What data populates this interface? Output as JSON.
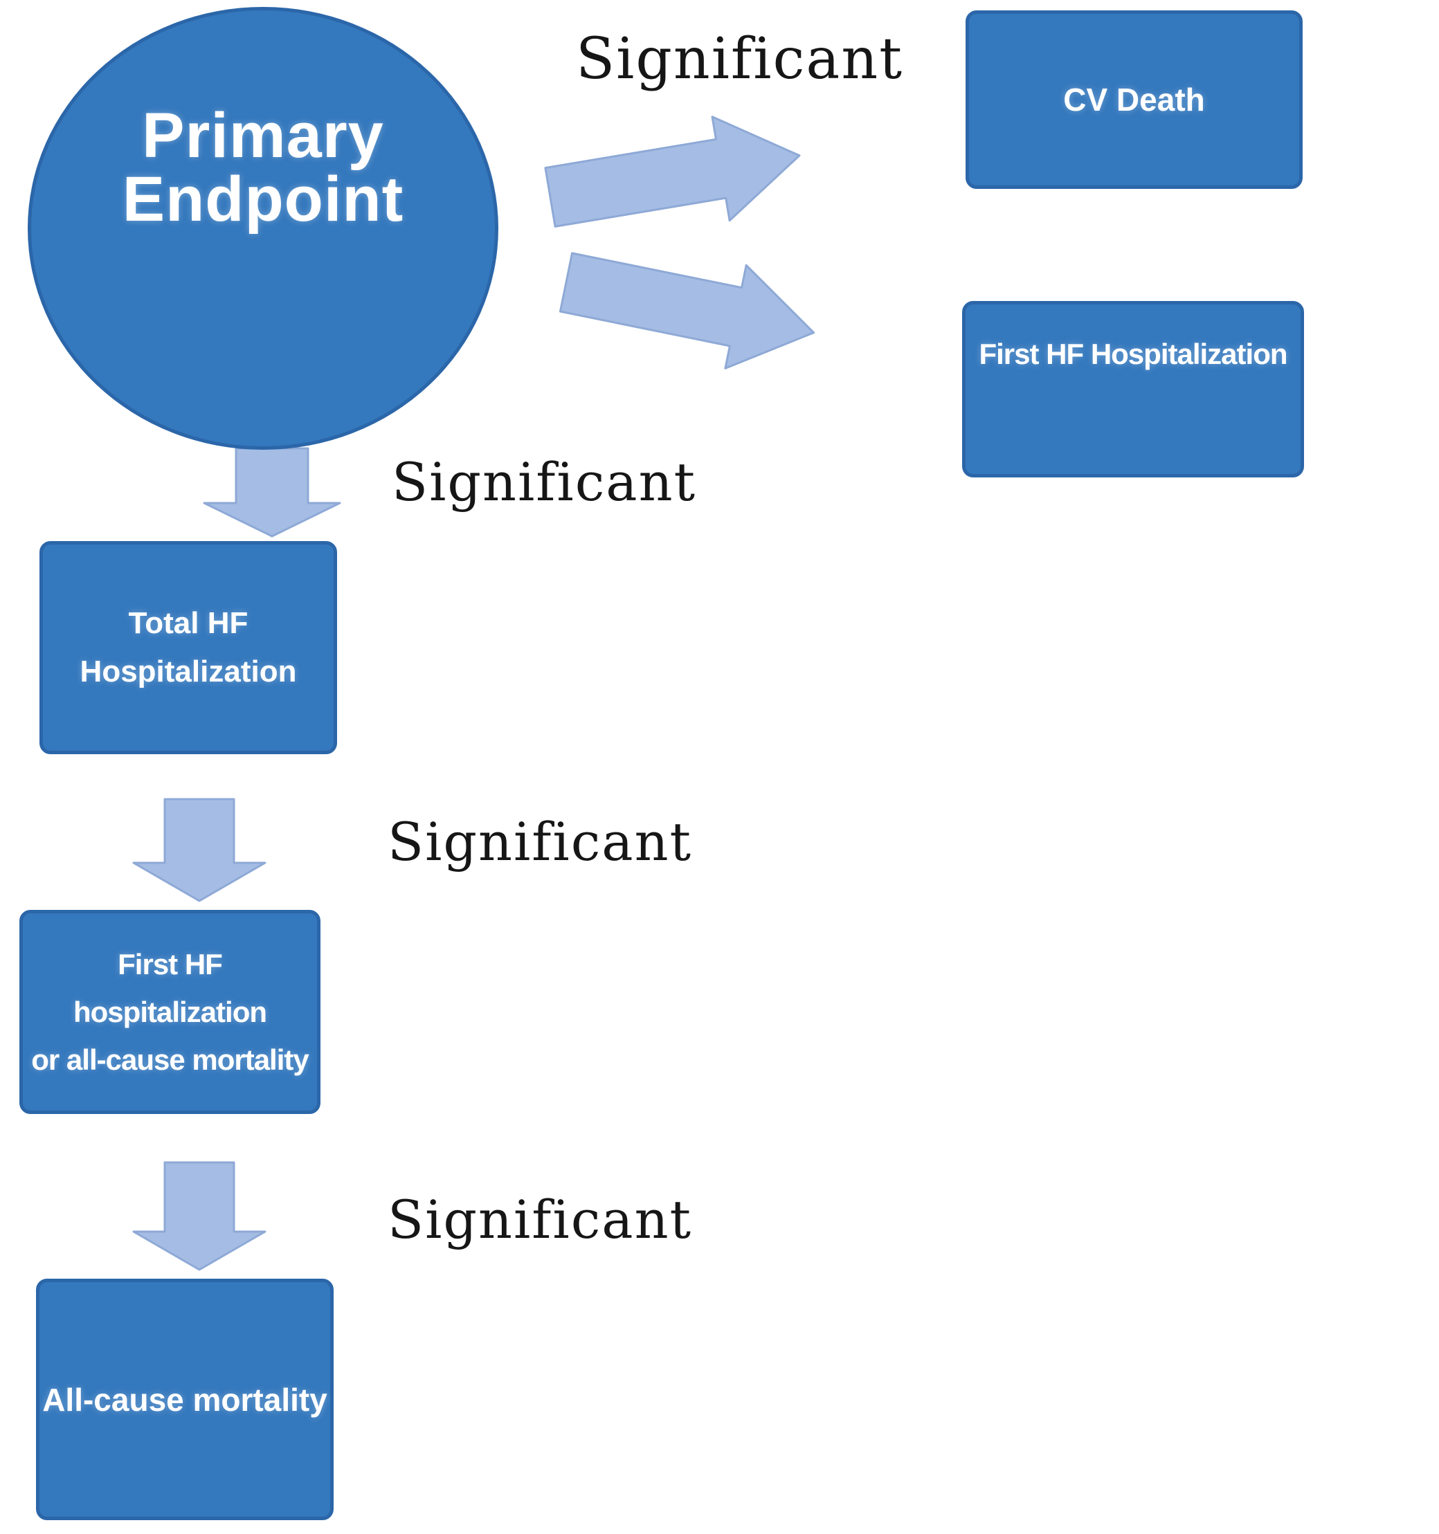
{
  "colors": {
    "node_fill": "#3478BD",
    "node_border": "#2B66A9",
    "arrow_fill": "#A5BDE4",
    "arrow_border": "#8EA9D6",
    "node_text": "#FFFFFF",
    "label_text": "#161616",
    "background": "#FFFFFF"
  },
  "nodes": {
    "primary_endpoint": {
      "line1": "Primary",
      "line2": "Endpoint"
    },
    "cv_death": {
      "label": "CV Death"
    },
    "first_hf_hospitalization": {
      "label": "First HF Hospitalization"
    },
    "total_hf_hospitalization": {
      "line1": "Total HF",
      "line2": "Hospitalization"
    },
    "first_hf_hosp_or_all_cause_mortality": {
      "line1": "First HF hospitalization",
      "line2": "or all-cause mortality"
    },
    "all_cause_mortality": {
      "label": "All-cause mortality"
    }
  },
  "edge_labels": {
    "primary_to_components": "Significant",
    "primary_to_total_hf": "Significant",
    "total_hf_to_first_hf_or_mortality": "Significant",
    "first_hf_or_mortality_to_all_cause": "Significant"
  }
}
